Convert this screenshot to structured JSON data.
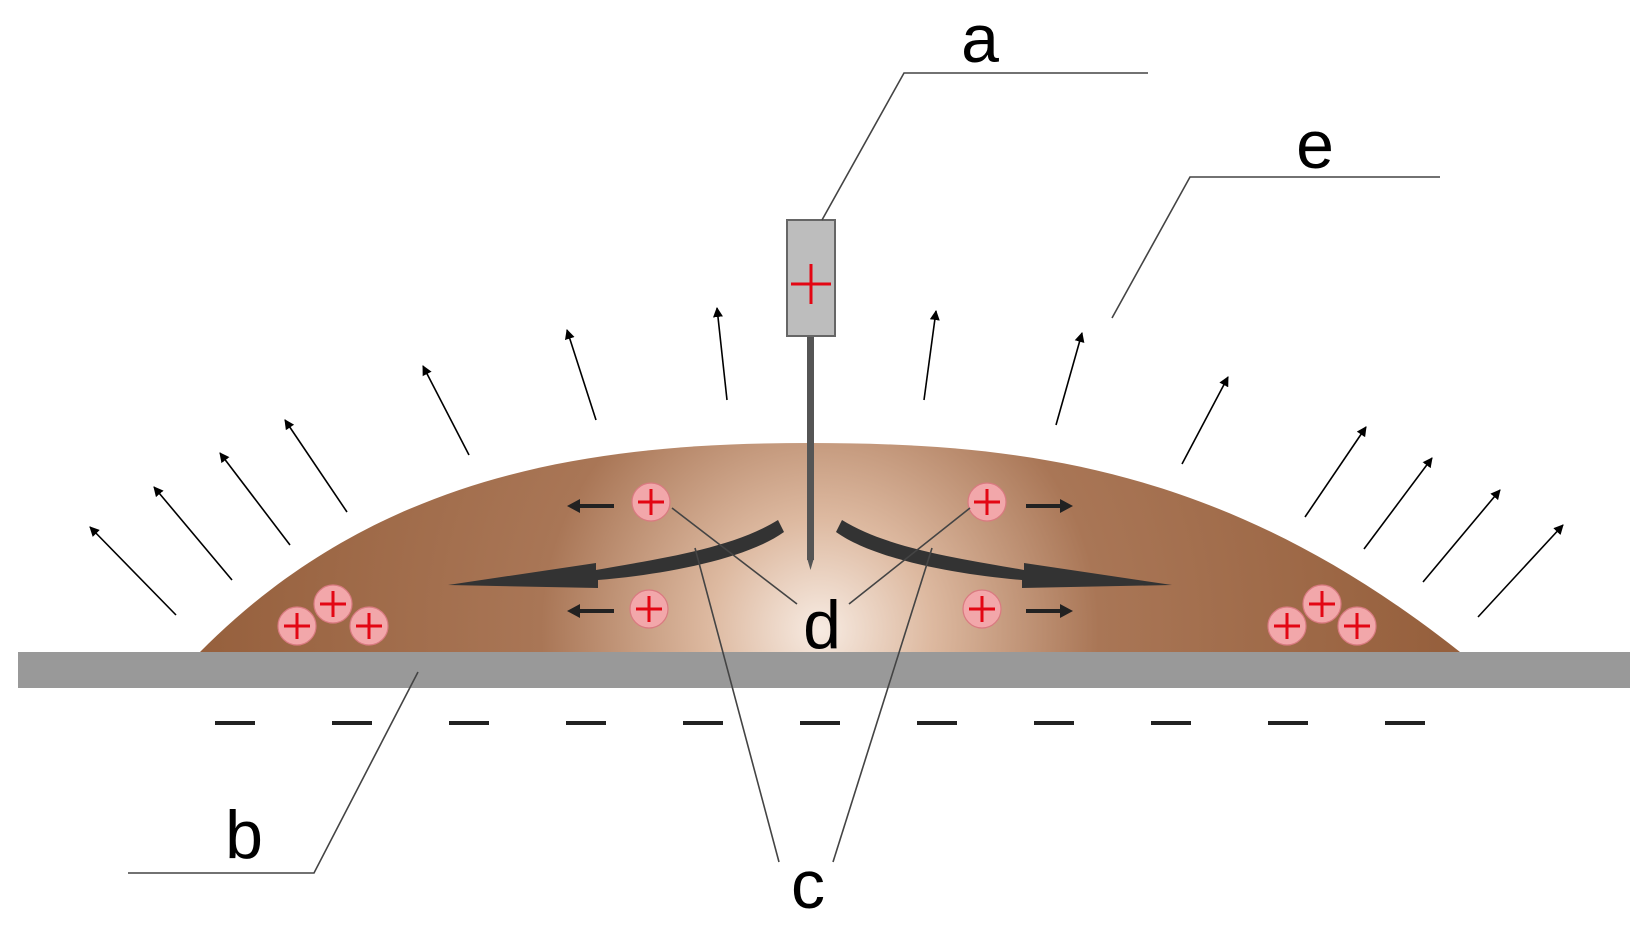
{
  "labels": {
    "a": "a",
    "b": "b",
    "c": "c",
    "d": "d",
    "e": "e"
  },
  "colors": {
    "droplet_center": "#f6e7dc",
    "droplet_edge": "#9b6642",
    "substrate": "#999999",
    "charge_fill": "#f2a7aa",
    "charge_mark": "#e30613",
    "needle": "#555555",
    "electrode_body": "#bdbdbd"
  },
  "icons": {
    "positive_charge": "plus-in-circle",
    "negative_charge": "dash"
  }
}
